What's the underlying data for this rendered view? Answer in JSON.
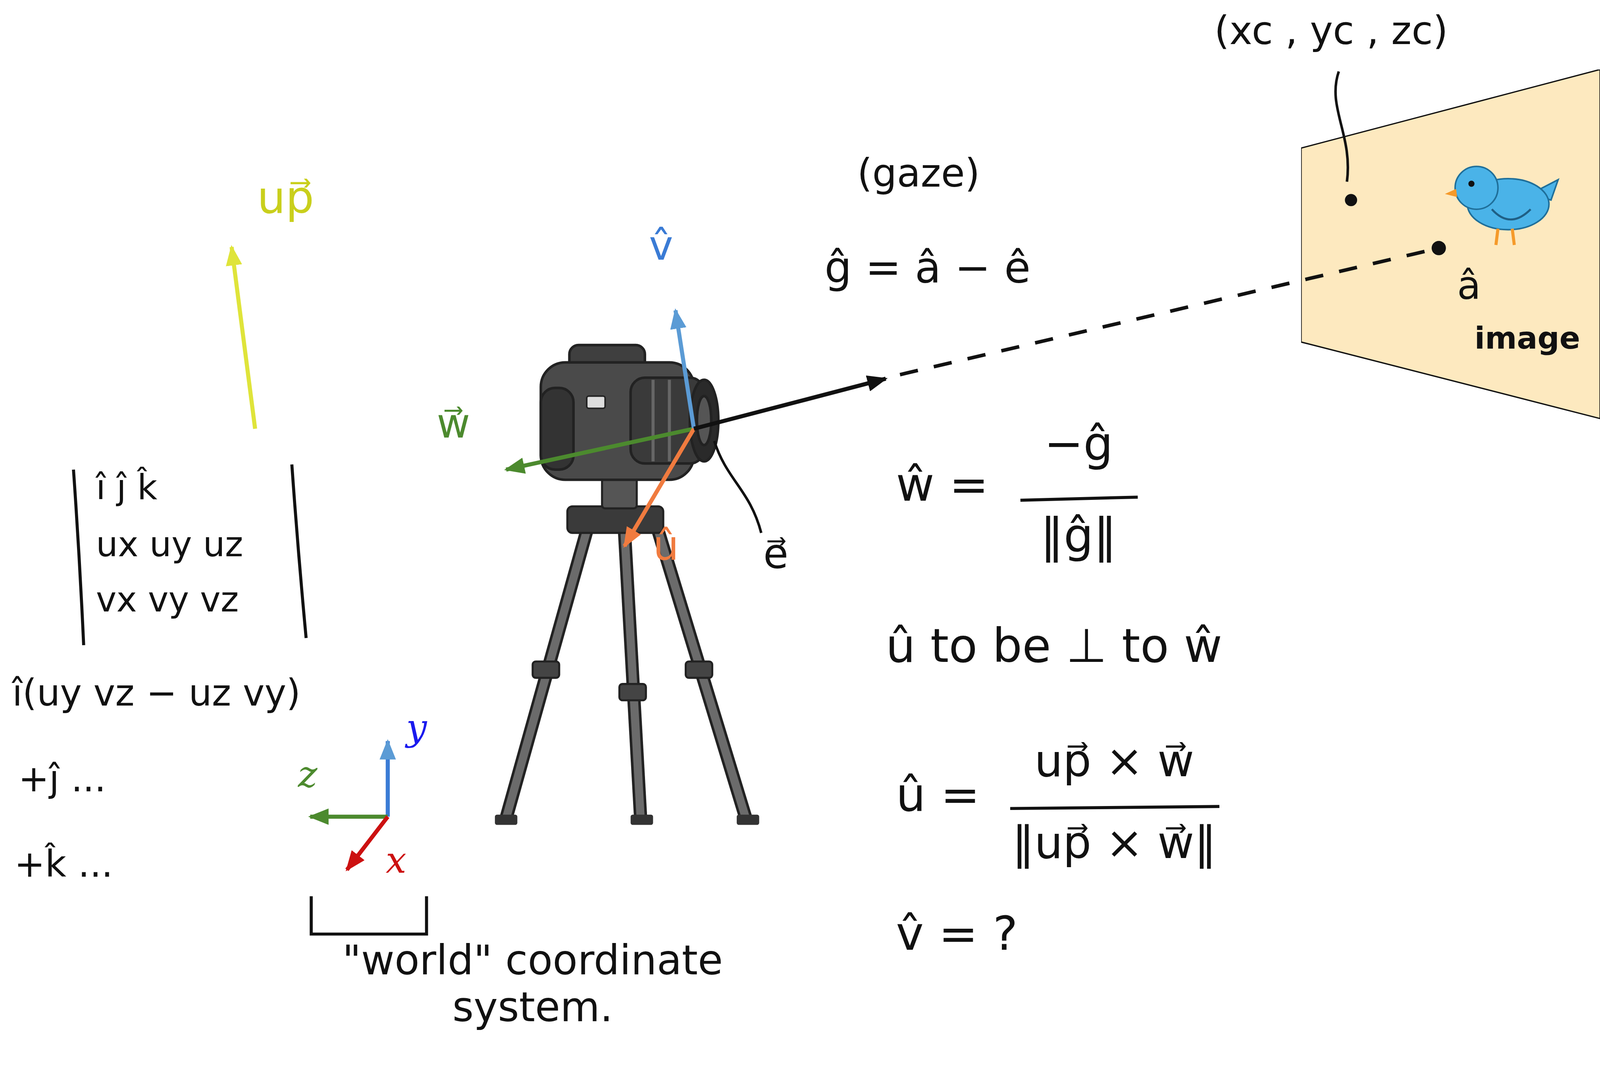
{
  "diagram": {
    "nodes": [
      {
        "text": [
          "image"
        ]
      }
    ],
    "labels": [
      "(xc , yc , zc)",
      "(gaze)",
      "ĝ = â − ê",
      "â",
      "v̂",
      "w⃗",
      "û",
      "e⃗",
      "ŵ =",
      "−ĝ",
      "‖ĝ‖",
      "û to be ⊥ to ŵ",
      "û =",
      "up⃗ × w⃗",
      "‖up⃗ × w⃗‖",
      "v̂ = ?",
      "up⃗",
      "î   ĵ   k̂",
      "ux uy uz",
      "vx vy vz",
      "î(uy vz − uz vy)",
      "+ĵ ...",
      "+k̂ ...",
      "y",
      "z",
      "x",
      "\"world\" coordinate system."
    ]
  }
}
